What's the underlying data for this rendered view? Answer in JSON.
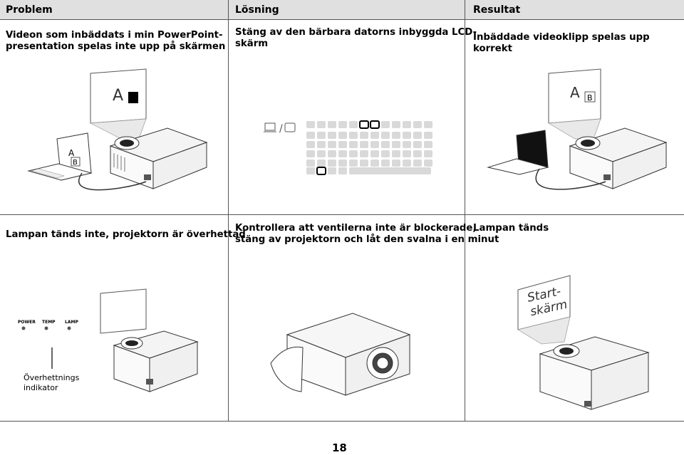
{
  "headers": {
    "problem": "Problem",
    "solution": "Lösning",
    "result": "Resultat"
  },
  "row1": {
    "problem": [
      "Videon som inbäddats i min PowerPoint-",
      "presentation spelas inte upp på skärmen"
    ],
    "solution": [
      "Stäng av den bärbara datorns inbyggda LCD-",
      "skärm"
    ],
    "result": "Inbäddade videoklipp spelas upp korrekt",
    "screen_a": "A",
    "laptop_a": "A",
    "laptop_b": "B",
    "result_a": "A",
    "result_b": "B",
    "monitor_toggle": "/"
  },
  "row2": {
    "problem": "Lampan tänds inte, projektorn är överhettad",
    "solution": [
      "Kontrollera att ventilerna inte är blockerade,",
      "stäng av projektorn och låt den svalna i en minut"
    ],
    "result": "Lampan tänds",
    "led_power": "POWER",
    "led_temp": "TEMP",
    "led_lamp": "LAMP",
    "indicator": [
      "Överhettnings",
      "indikator"
    ],
    "startscreen": [
      "Start-",
      "skärm"
    ]
  },
  "page_number": "18",
  "colors": {
    "header_bg": "#e0e0e0",
    "grid": "#555555",
    "key": "#d9d9d9"
  }
}
